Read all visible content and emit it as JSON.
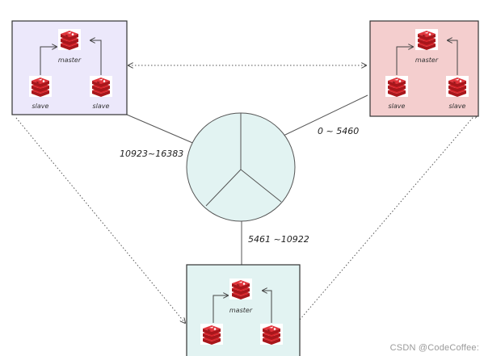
{
  "clusters": {
    "top_left": {
      "master": "master",
      "slave_left": "slave",
      "slave_right": "slave",
      "fill": "#ece8fb"
    },
    "top_right": {
      "master": "master",
      "slave_left": "slave",
      "slave_right": "slave",
      "fill": "#f4cece"
    },
    "bottom": {
      "master": "master",
      "fill": "#e2f3f2"
    }
  },
  "slot_ranges": {
    "left": "10923~16383",
    "right": "0 ~ 5460",
    "bottom": "5461 ~10922"
  },
  "hash_ring_fill": "#e2f3f2",
  "redis_icon_color": "#c91d22",
  "watermark": "CSDN @CodeCoffee:"
}
